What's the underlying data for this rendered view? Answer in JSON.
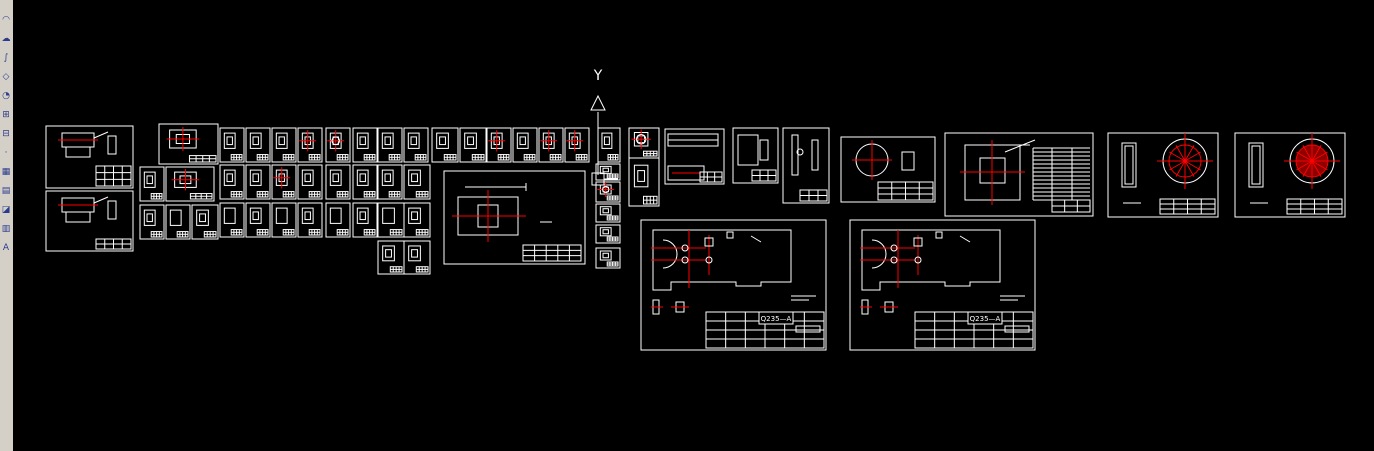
{
  "toolbar": {
    "tools": [
      {
        "icon": "arc-icon",
        "glyph": "◠"
      },
      {
        "icon": "cloud-icon",
        "glyph": "☁"
      },
      {
        "icon": "spline-icon",
        "glyph": "∫"
      },
      {
        "icon": "ellipse-icon",
        "glyph": "◇"
      },
      {
        "icon": "ellipse-arc-icon",
        "glyph": "◔"
      },
      {
        "icon": "insert-block-icon",
        "glyph": "⊞"
      },
      {
        "icon": "make-block-icon",
        "glyph": "⊟"
      },
      {
        "icon": "point-icon",
        "glyph": "·"
      },
      {
        "icon": "hatch-icon",
        "glyph": "▦"
      },
      {
        "icon": "gradient-icon",
        "glyph": "▤"
      },
      {
        "icon": "region-icon",
        "glyph": "◪"
      },
      {
        "icon": "table-icon",
        "glyph": "▥"
      },
      {
        "icon": "multiline-text-icon",
        "glyph": "A"
      }
    ]
  },
  "ucs_icon": {
    "axis_label": "Y"
  },
  "title_blocks": {
    "drawing_code_1": "Q235—A",
    "drawing_code_2": "Q235—A"
  },
  "colors": {
    "background": "#000000",
    "linework": "#ffffff",
    "center_lines": "#ff0000",
    "toolbar_face": "#d4d0c8"
  }
}
